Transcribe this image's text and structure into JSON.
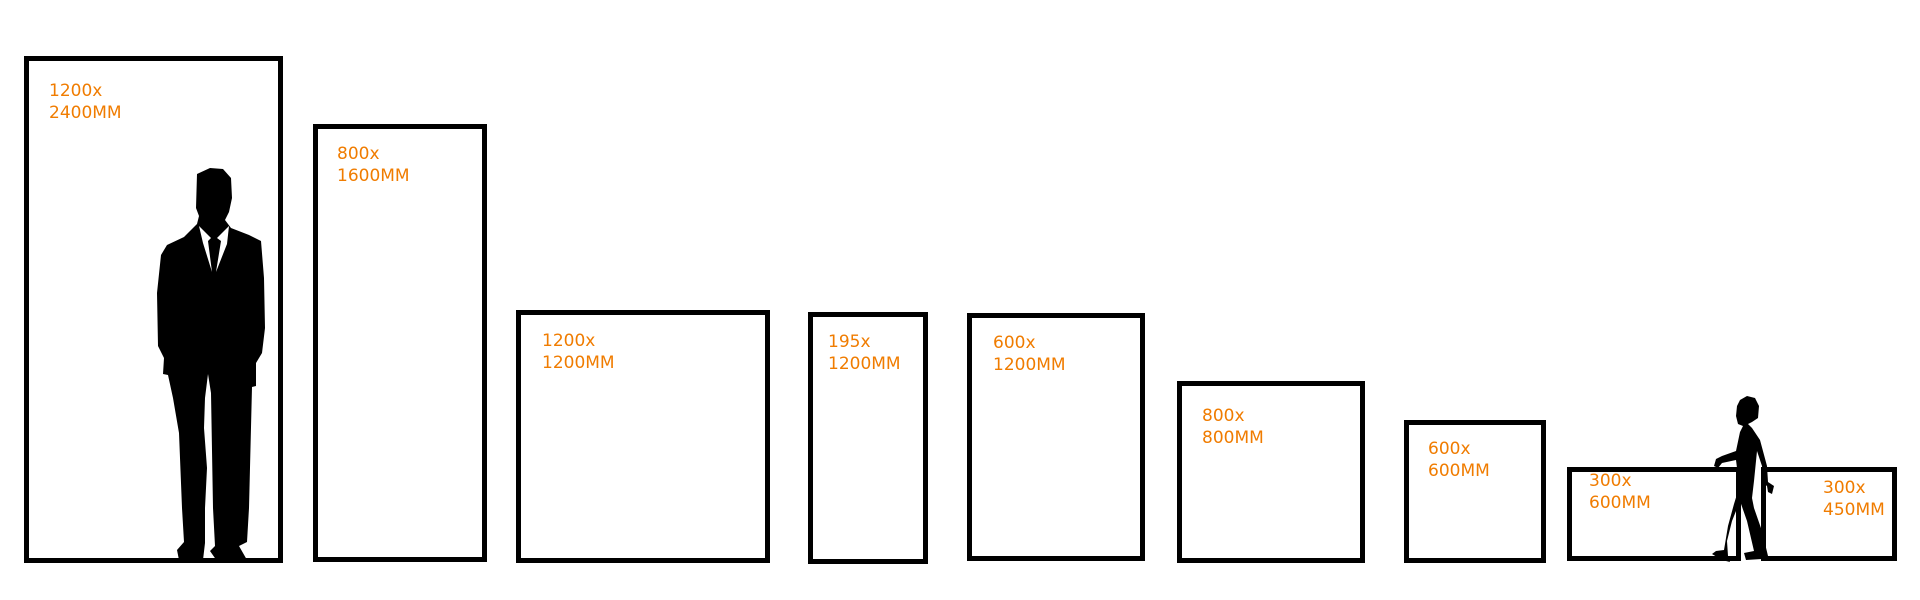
{
  "accent_color": "#f07c00",
  "panels": [
    {
      "line1": "1200x",
      "line2": "2400MM"
    },
    {
      "line1": "800x",
      "line2": "1600MM"
    },
    {
      "line1": "1200x",
      "line2": "1200MM"
    },
    {
      "line1": "195x",
      "line2": "1200MM"
    },
    {
      "line1": "600x",
      "line2": "1200MM"
    },
    {
      "line1": "800x",
      "line2": "800MM"
    },
    {
      "line1": "600x",
      "line2": "600MM"
    },
    {
      "line1": "300x",
      "line2": "600MM"
    },
    {
      "line1": "300x",
      "line2": "450MM"
    }
  ]
}
